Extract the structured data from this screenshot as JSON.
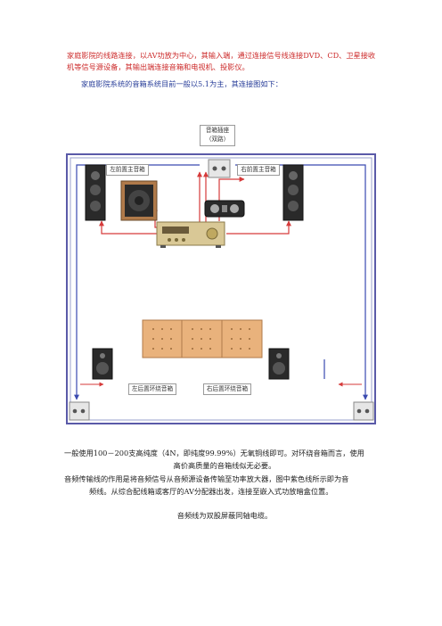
{
  "intro": {
    "red_text": "家庭影院的线路连接，以AV功放为中心，其输入端，通过连接信号线连接DVD、CD、卫星接收机等信号源设备，其输出端连接音箱和电视机、投影仪。",
    "blue_text": "家庭影院系统的音箱系统目前一般以5.1为主，其连接图如下："
  },
  "diagram": {
    "wall_plate_label_line1": "音箱插座",
    "wall_plate_label_line2": "（双路）",
    "front_left_label": "左前置主音箱",
    "front_right_label": "右前置主音箱",
    "rear_left_label": "左后置环绕音箱",
    "rear_right_label": "右后置环绕音箱",
    "colors": {
      "room_wall": "#5a5aa8",
      "red_signal": "#d63a3a",
      "blue_signal": "#3a4ab0",
      "sofa": "#e9b27c"
    }
  },
  "body": {
    "para1_line1": "一般使用100－200支高纯度（4N，即纯度99.99%）无氧铜线即可。对环绕音箱而言，使用",
    "para1_line2": "高价高质量的音箱线似无必要。",
    "para2_line1": "音频传输线的作用是将音频信号从音频源设备传输至功率放大器，图中紫色线所示即为音",
    "para2_line2": "频线。从综合配线箱或客厅的AV分配器出发，连接至嵌入式功放暗盒位置。",
    "para3": "音频线为双股屏蔽同轴电缆。"
  }
}
